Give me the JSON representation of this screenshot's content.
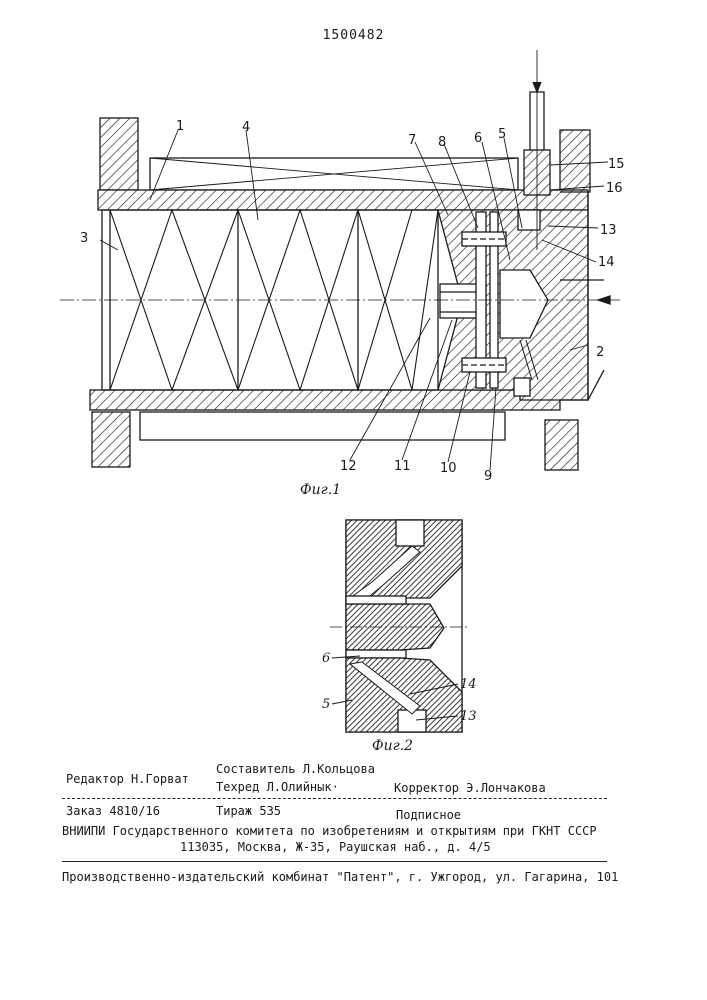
{
  "patent_number": "1500482",
  "figure1": {
    "caption": "Фиг.1",
    "labels": [
      "1",
      "4",
      "3",
      "7",
      "8",
      "6",
      "5",
      "15",
      "16",
      "13",
      "14",
      "2",
      "12",
      "11",
      "10",
      "9"
    ]
  },
  "figure2": {
    "caption": "Фиг.2",
    "labels": [
      "6",
      "5",
      "14",
      "13"
    ]
  },
  "imprint": {
    "composer": "Составитель Л.Кольцова",
    "editor": "Редактор Н.Горват",
    "techred": "Техред Л.Олийнык·",
    "corrector": "Корректор Э.Лончакова",
    "order": "Заказ 4810/16",
    "circulation": "Тираж 535",
    "subscription": "Подписное",
    "institute": "ВНИИПИ Государственного комитета по изобретениям и открытиям при ГКНТ СССР",
    "address": "113035, Москва, Ж-35, Раушская наб., д. 4/5",
    "publisher": "Производственно-издательский комбинат \"Патент\", г. Ужгород, ул. Гагарина, 101"
  }
}
